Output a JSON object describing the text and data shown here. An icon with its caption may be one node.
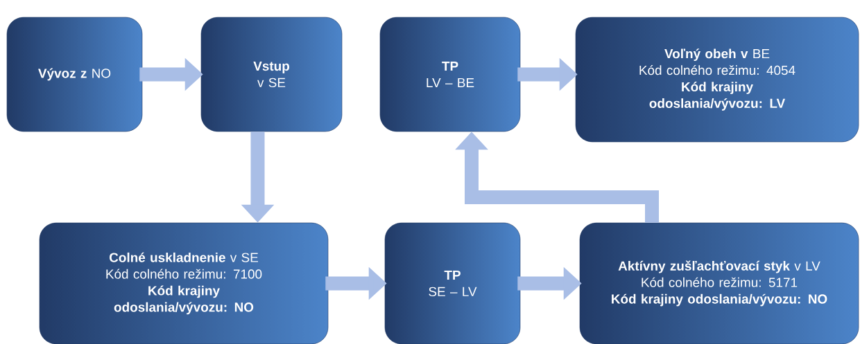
{
  "diagram": {
    "nodes": [
      {
        "text": [
          "**Vývoz z** NO"
        ]
      },
      {
        "text": [
          "Vstup",
          "v SE"
        ]
      },
      {
        "text": [
          "TP",
          "LV – BE"
        ]
      },
      {
        "text": [
          "**Voľný obeh v** BE",
          "Kód colného režimu: 4054",
          "Kód krajiny odoslania/vývozu: LV"
        ]
      },
      {
        "text": [
          "**Colné uskladnenie** v SE",
          "Kód colného režimu: 7100",
          "Kód krajiny odoslania/vývozu: NO"
        ]
      },
      {
        "text": [
          "TP",
          "SE – LV"
        ]
      },
      {
        "text": [
          "**Aktívny zušľachťovací styk** v LV",
          "Kód colného režimu: 5171",
          "Kód krajiny odoslania/vývozu: NO"
        ]
      }
    ],
    "edges": [
      {
        "from": 0,
        "to": 1,
        "arrow": "to"
      },
      {
        "from": 1,
        "to": 4,
        "arrow": "to"
      },
      {
        "from": 4,
        "to": 5,
        "arrow": "to"
      },
      {
        "from": 5,
        "to": 6,
        "arrow": "to"
      },
      {
        "from": 6,
        "to": 2,
        "arrow": "to"
      },
      {
        "from": 2,
        "to": 3,
        "arrow": "to"
      }
    ]
  }
}
